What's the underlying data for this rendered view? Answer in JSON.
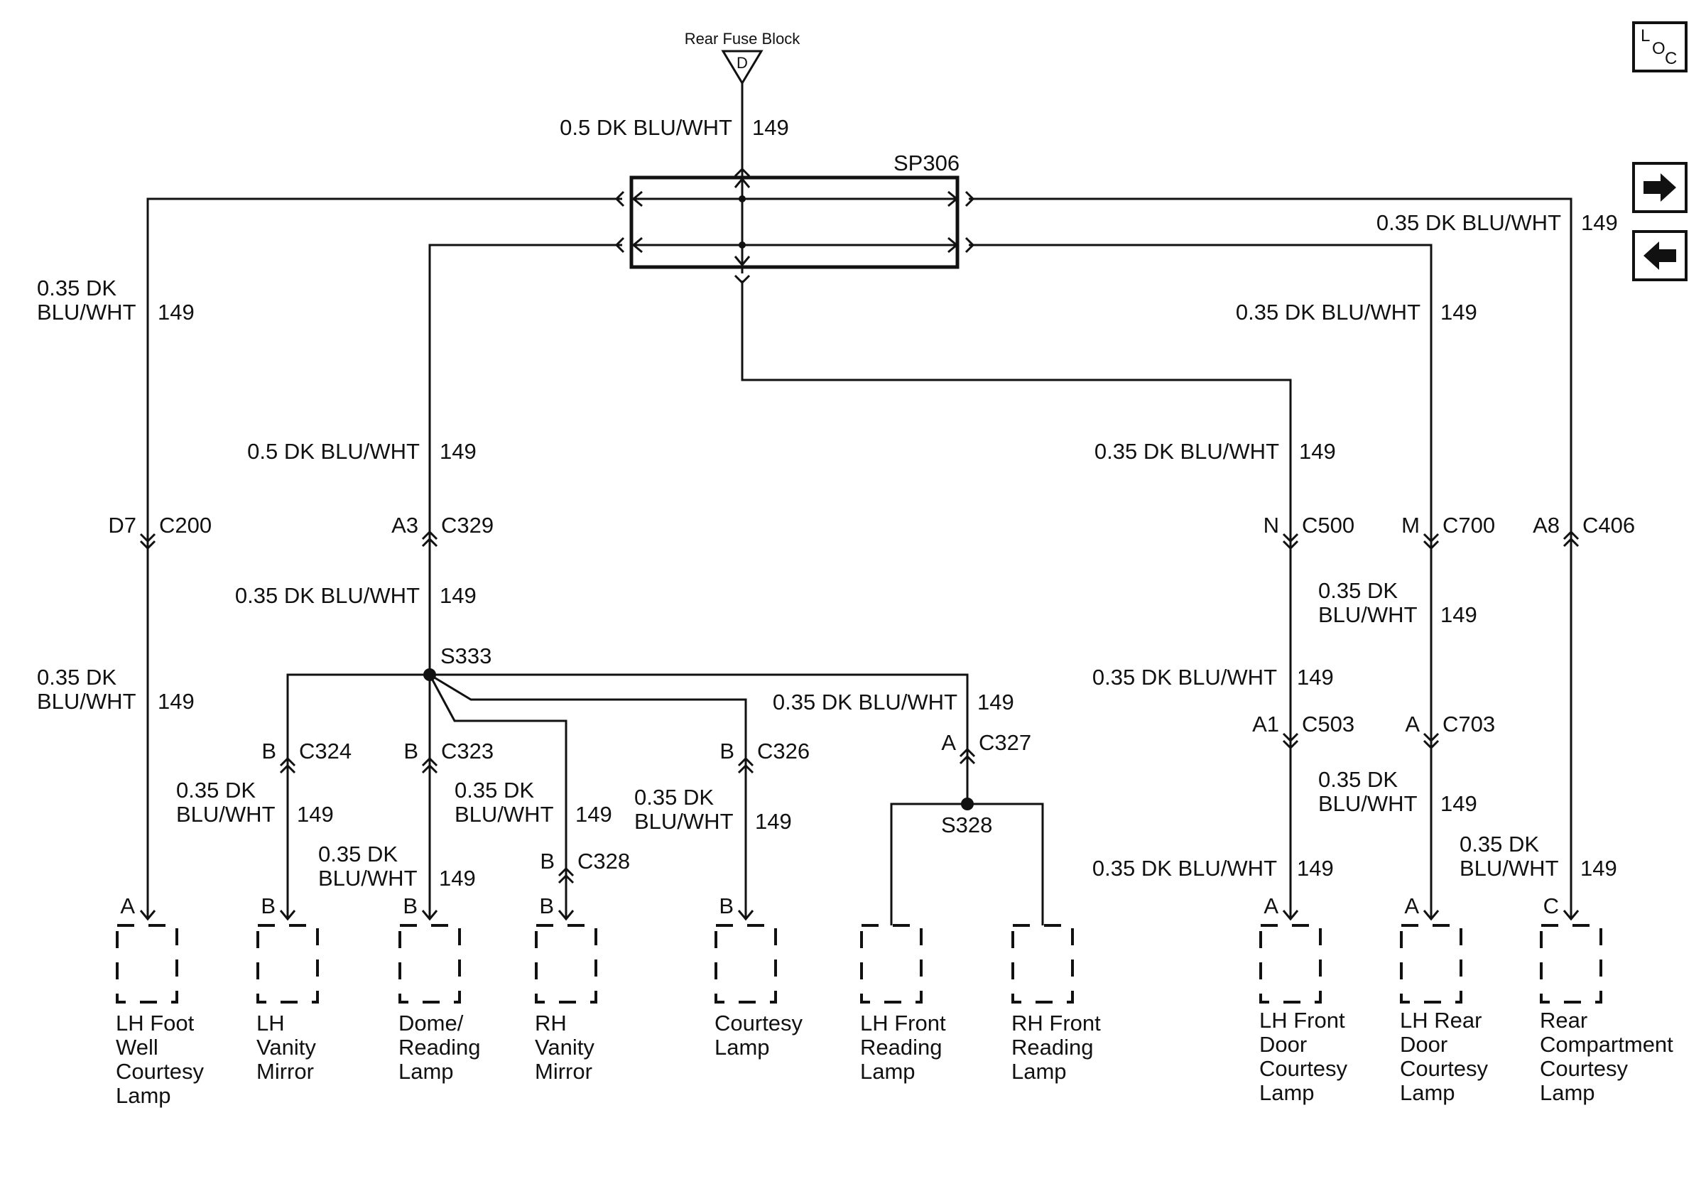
{
  "source": {
    "label": "Rear Fuse Block",
    "pin": "D"
  },
  "splice_pack": "SP306",
  "splices": {
    "s333": "S333",
    "s328": "S328"
  },
  "nav": {
    "loc_l": "L",
    "loc_o": "O",
    "loc_c": "C"
  },
  "wires": {
    "feed": {
      "spec": "0.5 DK BLU/WHT",
      "circuit": "149"
    },
    "top_right": {
      "spec": "0.35 DK BLU/WHT",
      "circuit": "149"
    },
    "left_upper": {
      "spec_line1": "0.35 DK",
      "spec_line2": "BLU/WHT",
      "circuit": "149"
    },
    "left_lower": {
      "spec_line1": "0.35 DK",
      "spec_line2": "BLU/WHT",
      "circuit": "149"
    },
    "mid_upper": {
      "spec": "0.5 DK BLU/WHT",
      "circuit": "149"
    },
    "mid_lower": {
      "spec": "0.35 DK BLU/WHT",
      "circuit": "149"
    },
    "c500_upper": {
      "spec": "0.35 DK BLU/WHT",
      "circuit": "149"
    },
    "c500_mid": {
      "spec": "0.35 DK BLU/WHT",
      "circuit": "149"
    },
    "c500_lower": {
      "spec": "0.35 DK BLU/WHT",
      "circuit": "149"
    },
    "c700_upper": {
      "spec": "0.35 DK BLU/WHT",
      "circuit": "149"
    },
    "c700_mid": {
      "spec_line1": "0.35 DK",
      "spec_line2": "BLU/WHT",
      "circuit": "149"
    },
    "c700_lower": {
      "spec_line1": "0.35 DK",
      "spec_line2": "BLU/WHT",
      "circuit": "149"
    },
    "rear_lower": {
      "spec_line1": "0.35 DK",
      "spec_line2": "BLU/WHT",
      "circuit": "149"
    },
    "c324": {
      "spec_line1": "0.35 DK",
      "spec_line2": "BLU/WHT",
      "circuit": "149"
    },
    "c323": {
      "spec_line1": "0.35 DK",
      "spec_line2": "BLU/WHT",
      "circuit": "149"
    },
    "c328": {
      "spec_line1": "0.35 DK",
      "spec_line2": "BLU/WHT",
      "circuit": "149"
    },
    "c326": {
      "spec_line1": "0.35 DK",
      "spec_line2": "BLU/WHT",
      "circuit": "149"
    },
    "c327": {
      "spec": "0.35 DK BLU/WHT",
      "circuit": "149"
    }
  },
  "connectors": {
    "c200": {
      "pin": "D7",
      "name": "C200"
    },
    "c329": {
      "pin": "A3",
      "name": "C329"
    },
    "c500": {
      "pin": "N",
      "name": "C500"
    },
    "c700": {
      "pin": "M",
      "name": "C700"
    },
    "c406": {
      "pin": "A8",
      "name": "C406"
    },
    "c503": {
      "pin": "A1",
      "name": "C503"
    },
    "c703": {
      "pin": "A",
      "name": "C703"
    },
    "c324": {
      "pin": "B",
      "name": "C324"
    },
    "c323": {
      "pin": "B",
      "name": "C323"
    },
    "c328": {
      "pin": "B",
      "name": "C328"
    },
    "c326": {
      "pin": "B",
      "name": "C326"
    },
    "c327": {
      "pin": "A",
      "name": "C327"
    }
  },
  "lamps": [
    {
      "pin": "A",
      "lines": [
        "LH Foot",
        "Well",
        "Courtesy",
        "Lamp"
      ]
    },
    {
      "pin": "B",
      "lines": [
        "LH",
        "Vanity",
        "Mirror"
      ]
    },
    {
      "pin": "B",
      "lines": [
        "Dome/",
        "Reading",
        "Lamp"
      ]
    },
    {
      "pin": "B",
      "lines": [
        "RH",
        "Vanity",
        "Mirror"
      ]
    },
    {
      "pin": "B",
      "lines": [
        "Courtesy",
        "Lamp"
      ]
    },
    {
      "pin": "",
      "lines": [
        "LH Front",
        "Reading",
        "Lamp"
      ]
    },
    {
      "pin": "",
      "lines": [
        "RH Front",
        "Reading",
        "Lamp"
      ]
    },
    {
      "pin": "A",
      "lines": [
        "LH Front",
        "Door",
        "Courtesy",
        "Lamp"
      ]
    },
    {
      "pin": "A",
      "lines": [
        "LH Rear",
        "Door",
        "Courtesy",
        "Lamp"
      ]
    },
    {
      "pin": "C",
      "lines": [
        "Rear",
        "Compartment",
        "Courtesy",
        "Lamp"
      ]
    }
  ]
}
